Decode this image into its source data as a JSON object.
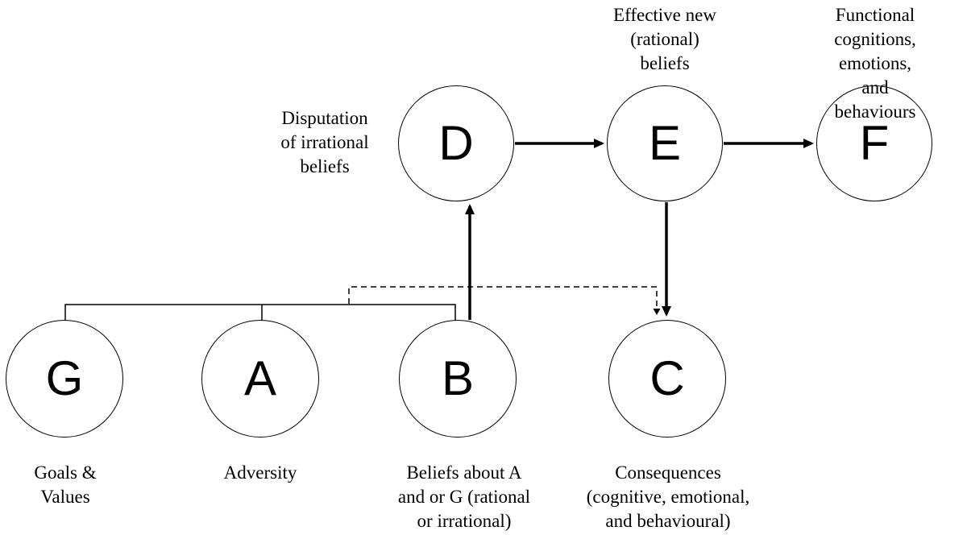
{
  "title": "GABCDEF model diagram",
  "colors": {
    "line": "#000000",
    "background": "#ffffff",
    "text": "#000000"
  },
  "nodes": {
    "G": {
      "letter": "G",
      "label": "Goals &\nValues"
    },
    "A": {
      "letter": "A",
      "label": "Adversity"
    },
    "B": {
      "letter": "B",
      "label": "Beliefs about A\nand or G (rational\nor irrational)"
    },
    "C": {
      "letter": "C",
      "label": "Consequences\n(cognitive, emotional,\nand behavioural)"
    },
    "D": {
      "letter": "D",
      "label": "Disputation\nof irrational\nbeliefs"
    },
    "E": {
      "letter": "E",
      "label": "Effective new\n(rational)\nbeliefs"
    },
    "F": {
      "letter": "F",
      "label": "Functional cognitions,\nemotions, and\nbehaviours"
    }
  },
  "edges": [
    {
      "from": "B",
      "to": "D",
      "style": "thick-solid-arrow"
    },
    {
      "from": "D",
      "to": "E",
      "style": "thick-solid-arrow"
    },
    {
      "from": "E",
      "to": "F",
      "style": "thick-solid-arrow"
    },
    {
      "from": "E",
      "to": "C",
      "style": "thick-solid-arrow"
    },
    {
      "from": "G-A-B bracket",
      "to": "C",
      "style": "thin-dashed-arrow"
    },
    {
      "from": "G",
      "to": "B",
      "style": "thin-bracket-grouping-G-A-B"
    }
  ]
}
